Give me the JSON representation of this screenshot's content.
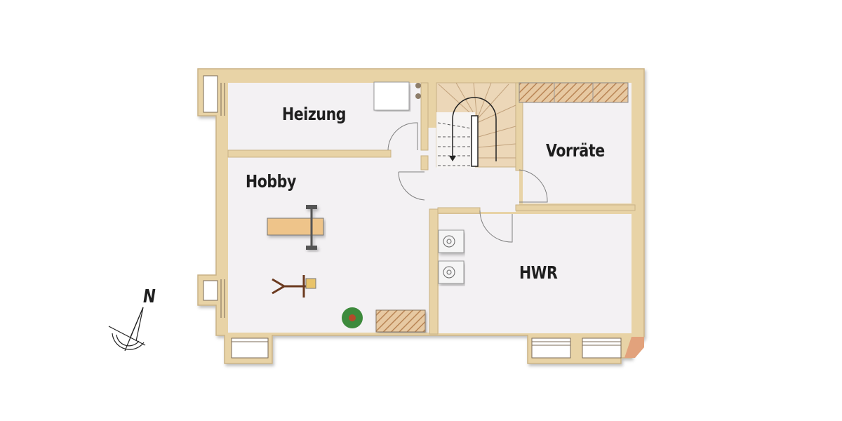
{
  "plan": {
    "type": "floor-plan",
    "floor": "basement",
    "wall_color": "#e8d3a6",
    "wall_edge_color": "#c9b285",
    "floor_color": "#f3f1f3",
    "accent_corner_color": "#e2a27c"
  },
  "rooms": [
    {
      "id": "heizung",
      "label": "Heizung"
    },
    {
      "id": "hobby",
      "label": "Hobby"
    },
    {
      "id": "vorraete",
      "label": "Vorräte"
    },
    {
      "id": "hwr",
      "label": "HWR"
    }
  ],
  "compass": {
    "label": "N"
  },
  "fixtures": {
    "hobby": [
      "weight-bench",
      "exercise-bike",
      "plant",
      "storage-box"
    ],
    "heizung": [
      "boiler",
      "tank-connections"
    ],
    "hwr": [
      "washing-machine",
      "dryer"
    ],
    "vorraete": [
      "shelving"
    ],
    "hall": [
      "staircase"
    ]
  }
}
